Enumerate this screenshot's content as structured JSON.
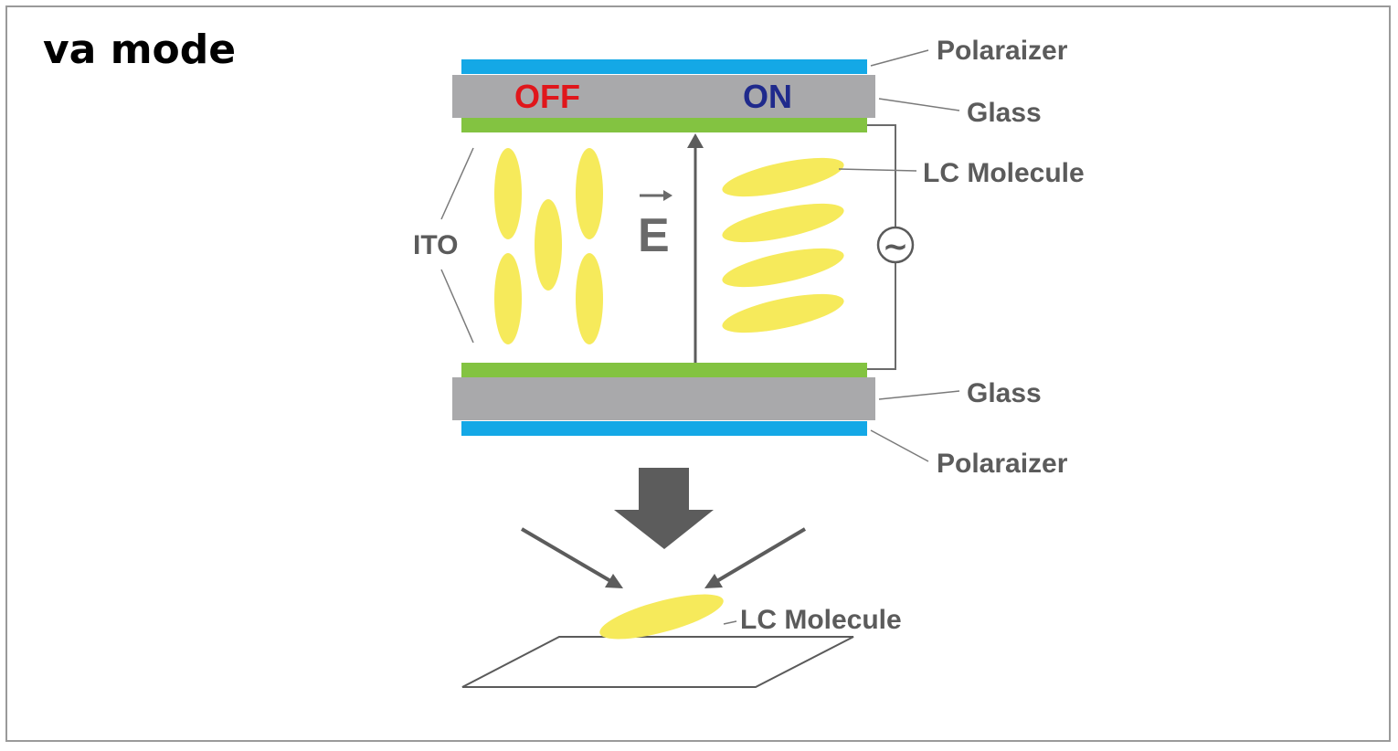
{
  "title": "va mode",
  "states": {
    "off": {
      "label": "OFF",
      "color": "#e0161b"
    },
    "on": {
      "label": "ON",
      "color": "#1f2a8c"
    }
  },
  "field_label": "E",
  "labels": {
    "polarizer_top": "Polaraizer",
    "glass_top": "Glass",
    "lc_molecule_top": "LC Molecule",
    "ito": "ITO",
    "glass_bottom": "Glass",
    "polarizer_bottom": "Polaraizer",
    "lc_molecule_bottom": "LC Molecule"
  },
  "ac_source_symbol": "~",
  "colors": {
    "polarizer": "#14a8e6",
    "glass": "#a9a9ab",
    "ito": "#83c341",
    "lc_molecule": "#f6ea5b",
    "arrow": "#5c5c5c",
    "frame": "#9a9a9a"
  }
}
